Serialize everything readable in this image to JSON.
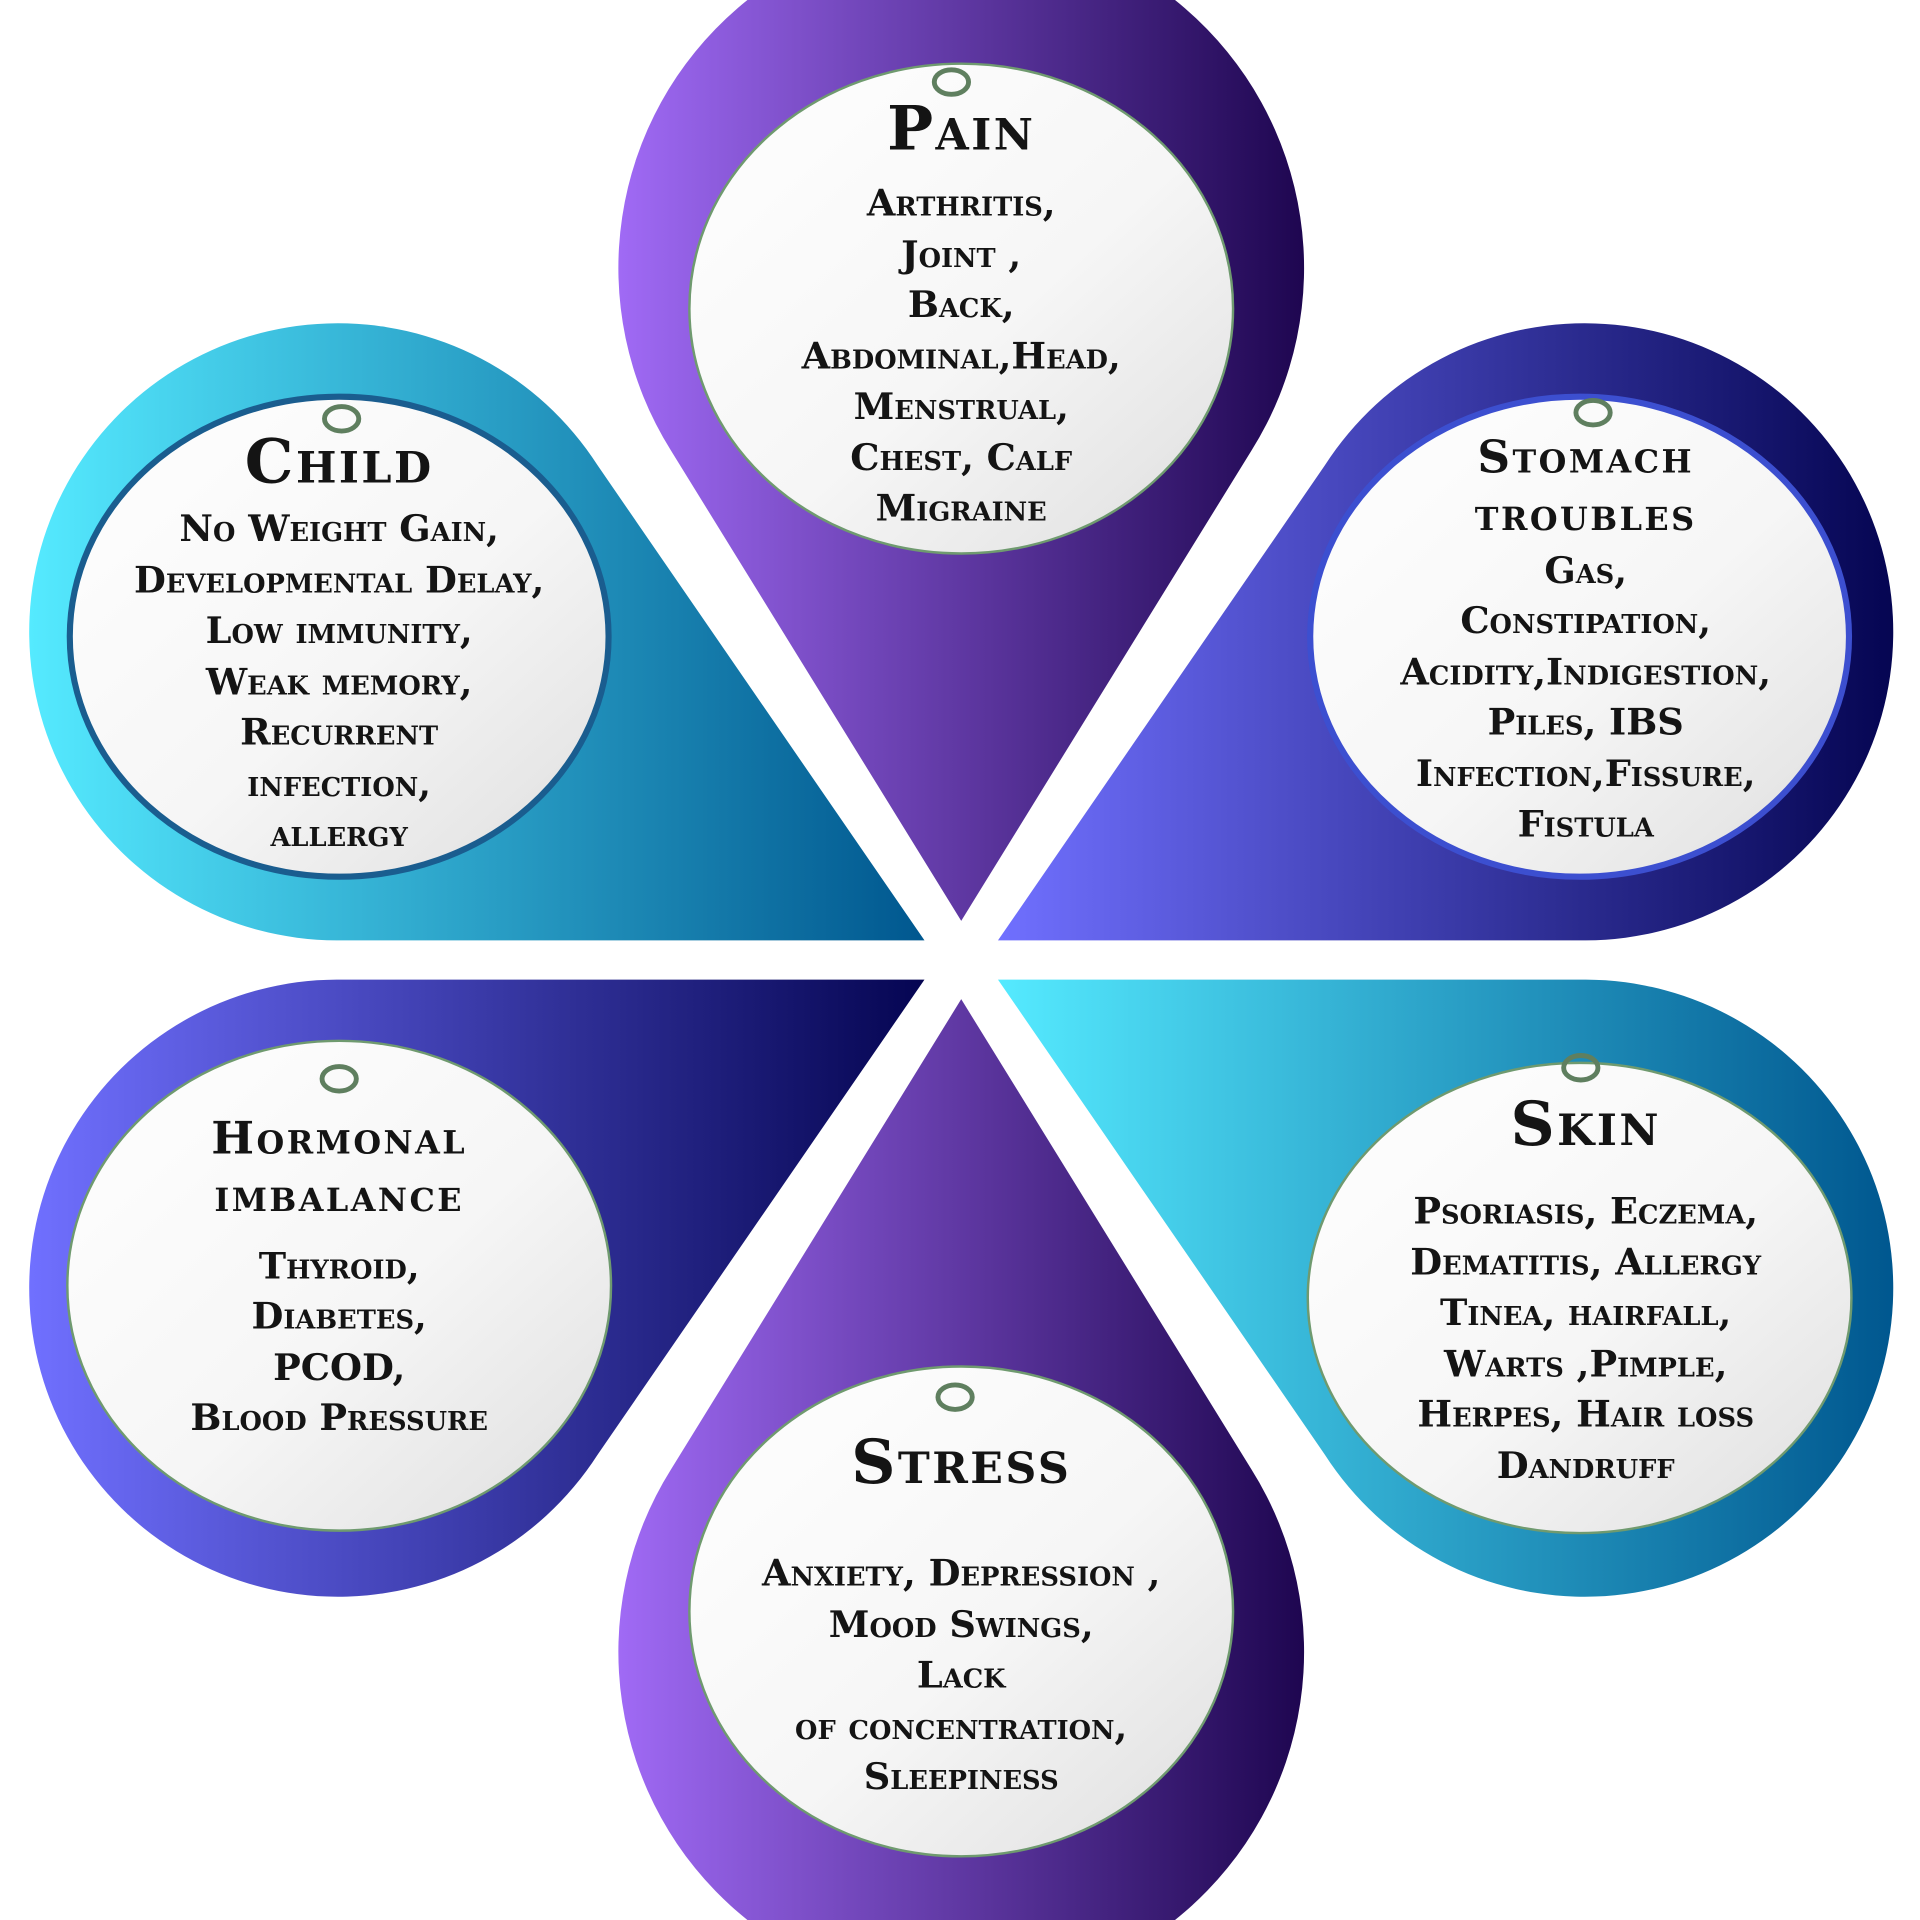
{
  "categories": [
    {
      "id": "pain",
      "title_lines": [
        "Pain"
      ],
      "items": [
        "Arthritis,",
        "Joint ,",
        "Back,",
        "Abdominal,Head,",
        "Menstrual,",
        "Chest, Calf",
        "Migraine"
      ]
    },
    {
      "id": "child",
      "title_lines": [
        "Child"
      ],
      "items": [
        "No Weight Gain,",
        "Developmental Delay,",
        "Low immunity,",
        "Weak memory,",
        "Recurrent",
        "infection,",
        "allergy"
      ]
    },
    {
      "id": "stomach",
      "title_lines": [
        "Stomach",
        "troubles"
      ],
      "items": [
        "Gas,",
        "Constipation,",
        "Acidity,Indigestion,",
        "Piles, IBS",
        "Infection,Fissure,",
        "Fistula"
      ]
    },
    {
      "id": "hormonal",
      "title_lines": [
        "Hormonal",
        "imbalance"
      ],
      "items": [
        "Thyroid,",
        "Diabetes,",
        "PCOD,",
        "Blood Pressure"
      ]
    },
    {
      "id": "skin",
      "title_lines": [
        "Skin"
      ],
      "items": [
        "Psoriasis, Eczema,",
        "Dematitis, Allergy",
        "Tinea, hairfall,",
        "Warts ,Pimple,",
        "Herpes, Hair loss",
        "Dandruff"
      ]
    },
    {
      "id": "stress",
      "title_lines": [
        "Stress"
      ],
      "items": [
        "Anxiety, Depression ,",
        "Mood Swings,",
        "Lack",
        "of concentration,",
        "Sleepiness"
      ]
    }
  ],
  "colors": {
    "purple_light": "#a06af5",
    "purple_dark": "#1e0650",
    "indigo_light": "#7070ff",
    "indigo_dark": "#050552",
    "cyan_light": "#55eaff",
    "cyan_dark": "#00578f"
  }
}
